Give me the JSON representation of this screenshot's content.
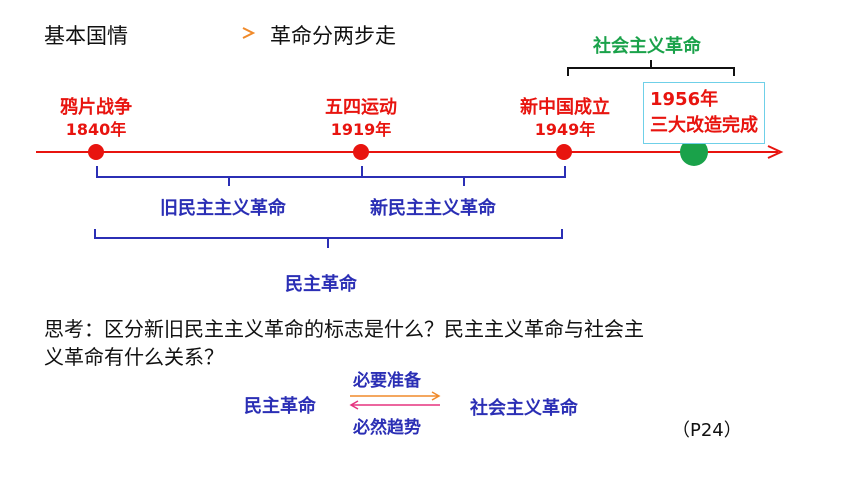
{
  "header": {
    "left": "基本国情",
    "right": "革命分两步走"
  },
  "timeline": {
    "events": [
      {
        "name": "鸦片战争",
        "year": "1840年"
      },
      {
        "name": "五四运动",
        "year": "1919年"
      },
      {
        "name": "新中国成立",
        "year": "1949年"
      }
    ],
    "highlight": {
      "year": "1956年",
      "name": "三大改造完成"
    }
  },
  "brackets": {
    "socialist_revolution": "社会主义革命",
    "old_democratic": "旧民主主义革命",
    "new_democratic": "新民主主义革命",
    "democratic": "民主革命"
  },
  "question": {
    "line1": "思考：区分新旧民主主义革命的标志是什么？民主主义革命与社会主",
    "line2": "义革命有什么关系？"
  },
  "relation": {
    "left": "民主革命",
    "right": "社会主义革命",
    "top": "必要准备",
    "bottom": "必然趋势"
  },
  "page_ref": "（P24）",
  "colors": {
    "timeline_red": "#e8140f",
    "bracket_blue": "#2b2fb5",
    "socialist_green": "#1aa24a",
    "highlight_dot": "#1aa24a",
    "box_border": "#6fd0e8",
    "header_arrow": "#e4457a"
  }
}
